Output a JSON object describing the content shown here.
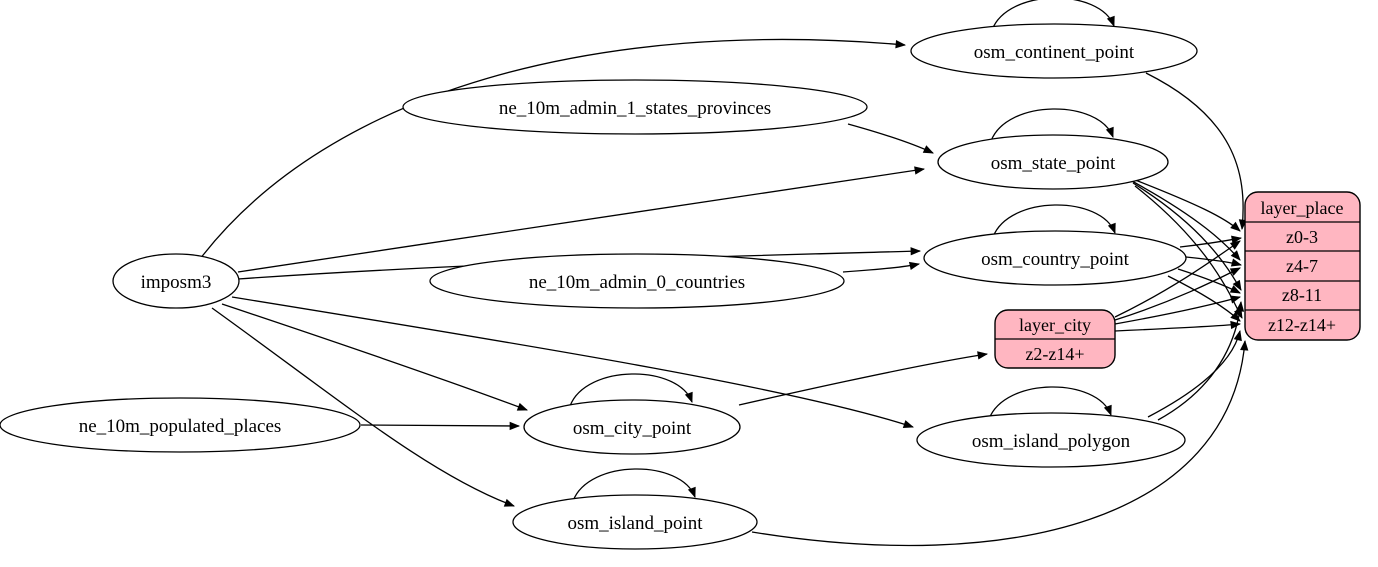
{
  "diagram": {
    "type": "graphviz-etl-flow",
    "colors": {
      "background": "#ffffff",
      "node_fill": "#ffffff",
      "record_fill": "#ffb6c1",
      "stroke": "#000000",
      "text": "#000000"
    },
    "nodes": {
      "imposm3": {
        "label": "imposm3"
      },
      "ne_10m_admin_1_states_provinces": {
        "label": "ne_10m_admin_1_states_provinces"
      },
      "ne_10m_admin_0_countries": {
        "label": "ne_10m_admin_0_countries"
      },
      "ne_10m_populated_places": {
        "label": "ne_10m_populated_places"
      },
      "osm_continent_point": {
        "label": "osm_continent_point"
      },
      "osm_state_point": {
        "label": "osm_state_point"
      },
      "osm_country_point": {
        "label": "osm_country_point"
      },
      "osm_city_point": {
        "label": "osm_city_point"
      },
      "osm_island_polygon": {
        "label": "osm_island_polygon"
      },
      "osm_island_point": {
        "label": "osm_island_point"
      }
    },
    "records": {
      "layer_city": {
        "title": "layer_city",
        "rows": [
          "z2-z14+"
        ]
      },
      "layer_place": {
        "title": "layer_place",
        "rows": [
          "z0-3",
          "z4-7",
          "z8-11",
          "z12-z14+"
        ]
      }
    },
    "edges": [
      {
        "from": "imposm3",
        "to": "osm_continent_point"
      },
      {
        "from": "imposm3",
        "to": "osm_state_point"
      },
      {
        "from": "imposm3",
        "to": "osm_country_point"
      },
      {
        "from": "imposm3",
        "to": "osm_city_point"
      },
      {
        "from": "imposm3",
        "to": "osm_island_polygon"
      },
      {
        "from": "imposm3",
        "to": "osm_island_point"
      },
      {
        "from": "ne_10m_admin_1_states_provinces",
        "to": "osm_state_point"
      },
      {
        "from": "ne_10m_admin_0_countries",
        "to": "osm_country_point"
      },
      {
        "from": "ne_10m_populated_places",
        "to": "osm_city_point"
      },
      {
        "from": "osm_continent_point",
        "to": "osm_continent_point"
      },
      {
        "from": "osm_state_point",
        "to": "osm_state_point"
      },
      {
        "from": "osm_country_point",
        "to": "osm_country_point"
      },
      {
        "from": "osm_city_point",
        "to": "osm_city_point"
      },
      {
        "from": "osm_island_polygon",
        "to": "osm_island_polygon"
      },
      {
        "from": "osm_island_point",
        "to": "osm_island_point"
      },
      {
        "from": "osm_continent_point",
        "to": "layer_place:z0-3"
      },
      {
        "from": "osm_state_point",
        "to": "layer_place:z0-3"
      },
      {
        "from": "osm_state_point",
        "to": "layer_place:z4-7"
      },
      {
        "from": "osm_state_point",
        "to": "layer_place:z8-11"
      },
      {
        "from": "osm_state_point",
        "to": "layer_place:z12-z14+"
      },
      {
        "from": "osm_country_point",
        "to": "layer_place:z0-3"
      },
      {
        "from": "osm_country_point",
        "to": "layer_place:z4-7"
      },
      {
        "from": "osm_country_point",
        "to": "layer_place:z8-11"
      },
      {
        "from": "osm_country_point",
        "to": "layer_place:z12-z14+"
      },
      {
        "from": "osm_city_point",
        "to": "layer_city:z2-z14+"
      },
      {
        "from": "layer_city",
        "to": "layer_place:z0-3"
      },
      {
        "from": "layer_city",
        "to": "layer_place:z4-7"
      },
      {
        "from": "layer_city",
        "to": "layer_place:z8-11"
      },
      {
        "from": "layer_city",
        "to": "layer_place:z12-z14+"
      },
      {
        "from": "osm_island_polygon",
        "to": "layer_place:z8-11"
      },
      {
        "from": "osm_island_polygon",
        "to": "layer_place:z12-z14+"
      },
      {
        "from": "osm_island_point",
        "to": "layer_place:z12-z14+"
      }
    ]
  }
}
